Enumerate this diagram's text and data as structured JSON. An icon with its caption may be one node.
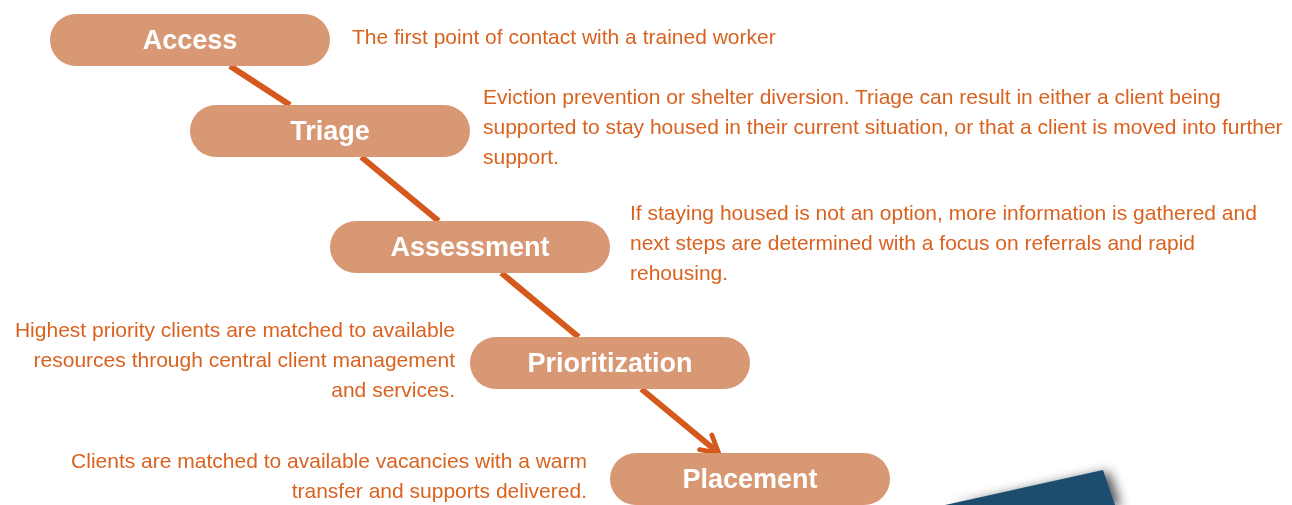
{
  "diagram": {
    "nodes": [
      {
        "text": [
          "Access"
        ],
        "beside": [
          "The first point of contact with a trained worker"
        ]
      },
      {
        "text": [
          "Triage"
        ],
        "beside": [
          "Eviction prevention or shelter diversion. Triage can result in either a client being supported to stay housed in their current situation, or that a client is moved into further support."
        ]
      },
      {
        "text": [
          "Assessment"
        ],
        "beside": [
          "If staying housed is not an option, more information is gathered and next steps are determined with a focus on referrals and rapid rehousing."
        ]
      },
      {
        "text": [
          "Prioritization"
        ],
        "beside": [
          "Highest priority clients are matched to available resources through central client management and services."
        ]
      },
      {
        "text": [
          "Placement"
        ],
        "beside": [
          "Clients are matched to available vacancies with a warm transfer and supports delivered."
        ]
      }
    ],
    "edges": [
      {
        "from": 0,
        "to": 1,
        "arrow": "none"
      },
      {
        "from": 1,
        "to": 2,
        "arrow": "none"
      },
      {
        "from": 2,
        "to": 3,
        "arrow": "none"
      },
      {
        "from": 3,
        "to": 4,
        "arrow": "to"
      }
    ]
  }
}
